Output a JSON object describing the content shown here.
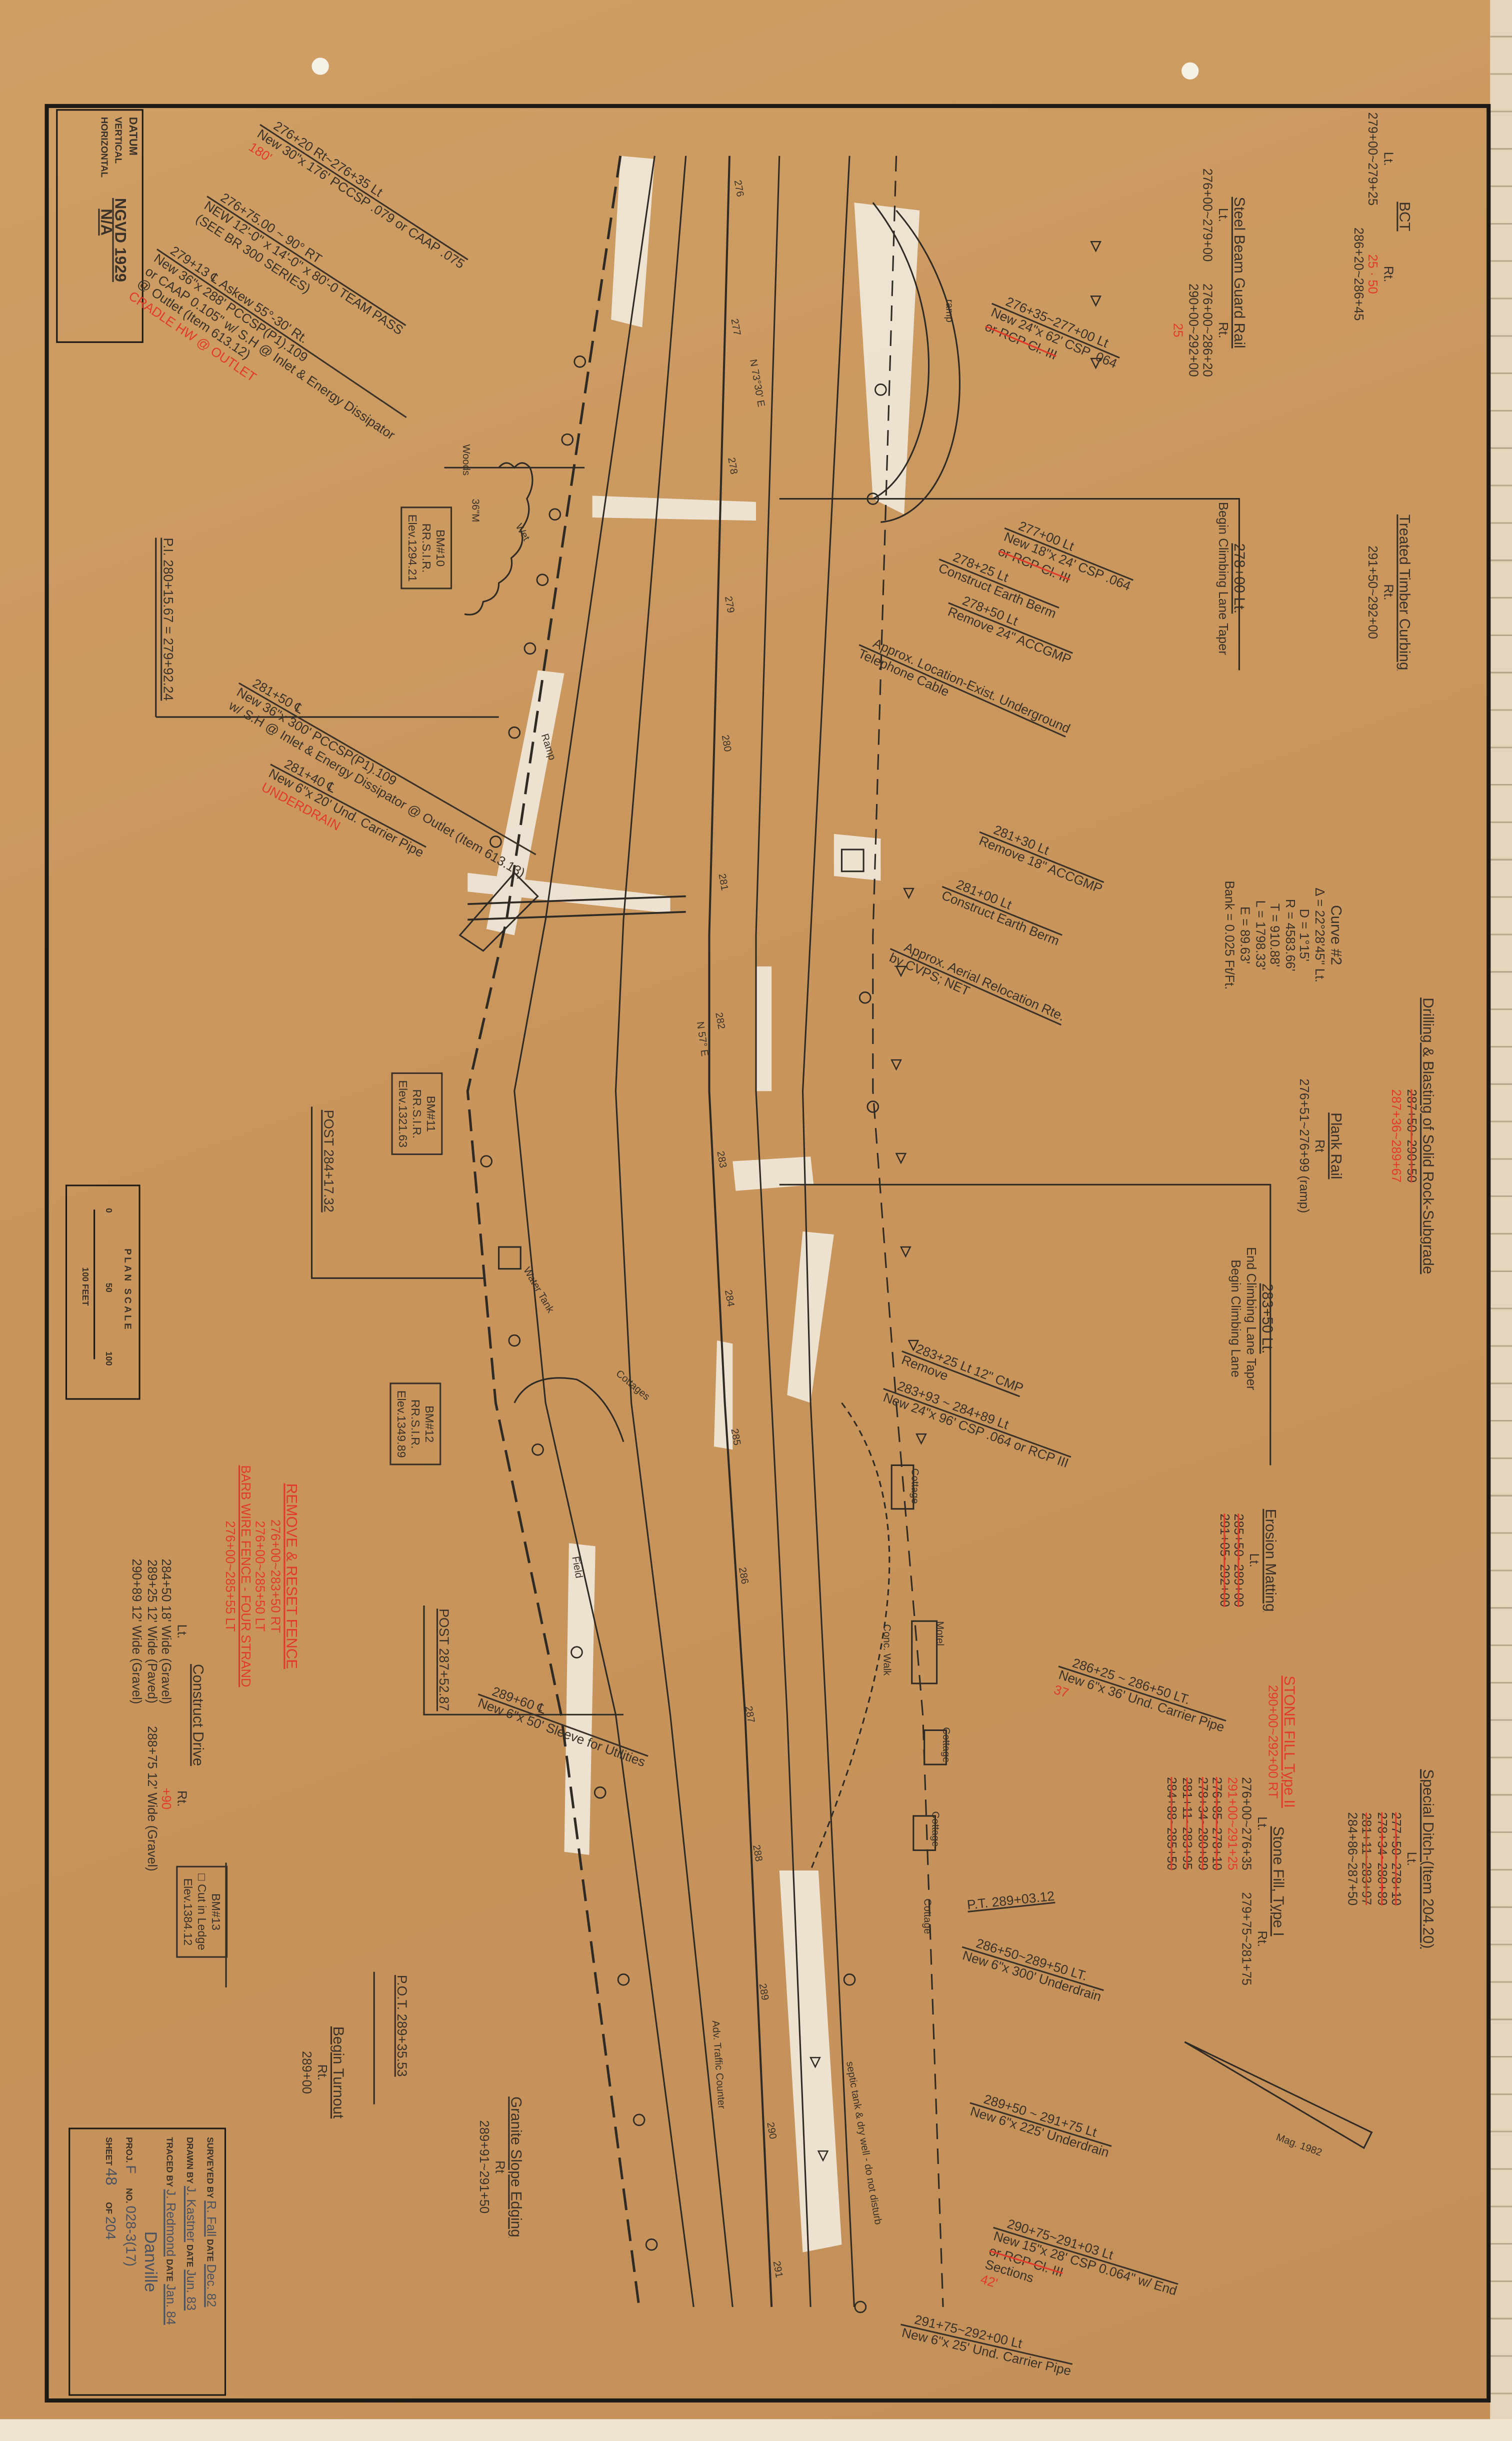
{
  "datum": {
    "title": "DATUM",
    "vertical_label": "VERTICAL",
    "vertical_value": "NGVD 1929",
    "horizontal_label": "HORIZONTAL",
    "horizontal_value": "N/A"
  },
  "scale": {
    "title": "PLAN SCALE",
    "ticks": [
      "0",
      "50",
      "100"
    ],
    "unit_label": "100 FEET"
  },
  "title_block": {
    "surveyed_label": "SURVEYED BY",
    "surveyed_by": "R. Fall",
    "surveyed_date": "Dec. 82",
    "drawn_label": "DRAWN BY",
    "drawn_by": "J. Kastner",
    "drawn_date": "Jun. 83",
    "traced_label": "TRACED BY",
    "traced_by": "J. Redmond",
    "traced_date": "Jan. 84",
    "date_label": "DATE",
    "town": "Danville",
    "proj_label": "PROJ.",
    "proj": "F",
    "no_label": "NO.",
    "no": "028-3(17)",
    "sheet_label": "SHEET",
    "sheet": "48",
    "of_label": "OF",
    "of": "204"
  },
  "notes": [
    {
      "title": "BCT",
      "columns": [
        {
          "label": "Lt.",
          "lines": [
            {
              "text": "279+00~279+25"
            }
          ]
        },
        {
          "label": "Rt.",
          "lines": [
            {
              "text": "25 · 50",
              "style": "red"
            },
            {
              "text": "286+20~286+45"
            }
          ]
        }
      ]
    },
    {
      "title": "Treated Timber Curbing",
      "columns": [
        {
          "label": "Rt.",
          "lines": [
            {
              "text": "291+50~292+00"
            }
          ]
        }
      ]
    },
    {
      "title": "Steel Beam Guard Rail",
      "columns": [
        {
          "label": "Lt.",
          "lines": [
            {
              "text": "276+00~279+00"
            }
          ]
        },
        {
          "label": "Rt.",
          "lines": [
            {
              "text": "276+00~286+20"
            },
            {
              "text": "290+00~292+00"
            },
            {
              "text": "25",
              "style": "red"
            }
          ]
        }
      ]
    },
    {
      "title": "278+00 Lt.",
      "lines": [
        {
          "text": "Begin Climbing Lane Taper"
        }
      ]
    },
    {
      "title": "Curve #2",
      "plain": true,
      "lines": [
        {
          "text": "Δ = 22°28'45\" Lt."
        },
        {
          "text": "D = 1°15'"
        },
        {
          "text": "R = 4583.66'"
        },
        {
          "text": "T = 910.88'"
        },
        {
          "text": "L = 1798.33'"
        },
        {
          "text": "E = 89.63'"
        },
        {
          "text": "Bank = 0.025 Ft/Ft."
        }
      ]
    },
    {
      "title": "Drilling & Blasting of Solid Rock-Subgrade",
      "lines": [
        {
          "text": "287+50~290+50",
          "style": "struck"
        },
        {
          "text": "287+36~289+67",
          "style": "red"
        }
      ]
    },
    {
      "title": "Plank Rail",
      "columns": [
        {
          "label": "Rt",
          "lines": [
            {
              "text": "276+51~276+99 (ramp)"
            }
          ]
        }
      ]
    },
    {
      "title": "283+50 Lt.",
      "lines": [
        {
          "text": "End Climbing Lane Taper"
        },
        {
          "text": "Begin Climbing Lane"
        }
      ]
    },
    {
      "title": "Erosion Matting",
      "columns": [
        {
          "label": "Lt.",
          "lines": [
            {
              "text": "285+50~289+00",
              "style": "struck"
            },
            {
              "text": "291+05~292+00",
              "style": "struck"
            }
          ]
        }
      ]
    },
    {
      "title": "STONE FILL Type II",
      "red": true,
      "lines": [
        {
          "text": "290+00~292+00 RT",
          "style": "red"
        }
      ]
    },
    {
      "title": "Special Ditch-(Item 204.20)",
      "columns": [
        {
          "label": "Lt.",
          "lines": [
            {
              "text": "277+50~278+10",
              "style": "struck"
            },
            {
              "text": "278+34~280+89",
              "style": "struck"
            },
            {
              "text": "281+11~283+97",
              "style": "struck"
            },
            {
              "text": "284+86~287+50"
            }
          ]
        }
      ]
    },
    {
      "title": "Stone Fill, Type I",
      "columns": [
        {
          "label": "Lt.",
          "lines": [
            {
              "text": "276+00~276+35"
            },
            {
              "text": "291+00~291+25",
              "style": "red"
            },
            {
              "text": "276+85~278+10",
              "style": "struck"
            },
            {
              "text": "278+34~280+89",
              "style": "struck"
            },
            {
              "text": "281+11~283+95",
              "style": "struck"
            },
            {
              "text": "284+88~285+50",
              "style": "struck"
            }
          ]
        },
        {
          "label": "Rt.",
          "lines": [
            {
              "text": "279+75~281+75"
            }
          ]
        }
      ]
    },
    {
      "title": "Construct Drive",
      "columns": [
        {
          "label": "Lt.",
          "lines": [
            {
              "text": "284+50 18' Wide (Gravel)"
            },
            {
              "text": "289+25 12' Wide (Paved)"
            },
            {
              "text": "290+89 12' Wide (Gravel)"
            }
          ]
        },
        {
          "label": "Rt.",
          "lines": [
            {
              "text": "+90",
              "style": "red"
            },
            {
              "text": "288+75 12' Wide (Gravel)"
            }
          ]
        }
      ]
    },
    {
      "title": "REMOVE & RESET FENCE",
      "red": true,
      "lines": [
        {
          "text": "276+00~283+50 RT",
          "style": "red"
        },
        {
          "text": "276+00~285+50 LT",
          "style": "red"
        },
        {
          "text": "BARB WIRE FENCE - FOUR STRAND",
          "style": "red-u"
        },
        {
          "text": "276+00~285+55 LT",
          "style": "red"
        }
      ]
    },
    {
      "title": "Begin Turnout",
      "columns": [
        {
          "label": "Rt.",
          "lines": [
            {
              "text": "289+00"
            }
          ]
        }
      ]
    },
    {
      "title": "Granite Slope Edging",
      "columns": [
        {
          "label": "Rt",
          "lines": [
            {
              "text": "289+91~291+50"
            }
          ]
        }
      ]
    }
  ],
  "labels": [
    "P.I. 280+15.67 = 279+92.24",
    "POST 284+17.32",
    "POST 287+52.87",
    "P.O.T. 289+35.53",
    "P.T. 289+03.12"
  ],
  "bench_marks": [
    {
      "id": "BM#10",
      "desc": "RR.S.I.R.",
      "elev": "Elev.1294.21"
    },
    {
      "id": "BM#11",
      "desc": "RR.S.I.R.",
      "elev": "Elev.1321.63"
    },
    {
      "id": "BM#12",
      "desc": "RR.S.I.R.",
      "elev": "Elev.1349.89"
    },
    {
      "id": "BM#13",
      "desc": "□ Cut in Ledge",
      "elev": "Elev.1384.12"
    }
  ],
  "callouts": [
    {
      "above": "276+20 Rt~276+35 Lt",
      "below": [
        {
          "text": "New 30\"x 176' PCCSP .079 or CAAP .075"
        },
        {
          "text": "180'",
          "style": "red"
        }
      ]
    },
    {
      "above": "276+75.00 ~ 90° RT",
      "below": [
        {
          "text": "NEW 12'-0\" x 14'-0\" x 80'-0 TEAM PASS"
        },
        {
          "text": "(SEE BR 300 SERIES)"
        }
      ]
    },
    {
      "above": "279+13 ℄ Askew 55°-30' Rt.",
      "below": [
        {
          "text": "New 36\"x 288' PCCSP(P1).109"
        },
        {
          "text": "or CAAP 0.105\" w/ S.H @ Inlet & Energy Dissipator"
        },
        {
          "text": "@ Outlet (Item 613.12)"
        },
        {
          "text": "CRADLE HW @ OUTLET",
          "style": "red"
        }
      ]
    },
    {
      "above": "281+50 ℄",
      "below": [
        {
          "text": "New 36\"x 300' PCCSP(P1).109"
        },
        {
          "text": "w/ S.H @ Inlet & Energy Dissipator @ Outlet (Item 613.13)"
        }
      ]
    },
    {
      "above": "281+40 ℄",
      "below": [
        {
          "text": "New 6\"x 20' Und. Carrier Pipe"
        },
        {
          "text": "UNDERDRAIN",
          "style": "red"
        }
      ]
    },
    {
      "above": "276+35~277+00 Lt",
      "below": [
        {
          "text": "New 24\"x 62' CSP .064"
        },
        {
          "text": "or RCP Cl. III",
          "style": "struck"
        }
      ]
    },
    {
      "above": "277+00 Lt",
      "below": [
        {
          "text": "New 18\"x 24' CSP .064"
        },
        {
          "text": "or RCP Cl. III",
          "style": "struck"
        }
      ]
    },
    {
      "above": "278+25 Lt",
      "below": [
        {
          "text": "Construct Earth Berm"
        }
      ]
    },
    {
      "above": "278+50 Lt",
      "below": [
        {
          "text": "Remove        24\" ACCGMP"
        }
      ]
    },
    {
      "above": "Approx. Location-Exist. Underground",
      "below": [
        {
          "text": "Telephone Cable"
        }
      ]
    },
    {
      "above": "281+30 Lt",
      "below": [
        {
          "text": "Remove        18\" ACCGMP"
        }
      ]
    },
    {
      "above": "281+00 Lt",
      "below": [
        {
          "text": "Construct Earth Berm"
        }
      ]
    },
    {
      "above": "Approx. Aerial Relocation Rte.",
      "below": [
        {
          "text": "by CVPS; NET"
        }
      ]
    },
    {
      "above": "283+25 Lt   12\" CMP",
      "below": [
        {
          "text": "Remove"
        }
      ]
    },
    {
      "above": "283+93 ~ 284+89 Lt",
      "below": [
        {
          "text": "New 24\"x 96' CSP .064 or RCP III"
        }
      ]
    },
    {
      "above": "286+25 ~ 286+50 LT.",
      "below": [
        {
          "text": "New 6\"x 36' Und. Carrier Pipe"
        },
        {
          "text": "37",
          "style": "red"
        }
      ]
    },
    {
      "above": "286+50~289+50 LT.",
      "below": [
        {
          "text": "New 6\"x 300' Underdrain"
        }
      ]
    },
    {
      "above": "289+50 ~ 291+75 Lt",
      "below": [
        {
          "text": "New 6\"x 225' Underdrain"
        }
      ]
    },
    {
      "above": "290+75~291+03 Lt",
      "below": [
        {
          "text": "New 15\"x 28' CSP 0.064\" w/ End"
        },
        {
          "text": "or RCP Cl. III",
          "style": "struck"
        },
        {
          "text": "Sections"
        },
        {
          "text": "42'",
          "style": "red"
        }
      ]
    },
    {
      "above": "291+75~292+00 Lt",
      "below": [
        {
          "text": "New 6\"x 25' Und. Carrier Pipe"
        }
      ]
    },
    {
      "above": "289+60 ℄",
      "below": [
        {
          "text": "New 6\"x 50' Sleeve for Utilities"
        }
      ]
    }
  ],
  "map_labels": [
    "N 73°30' E",
    "N 57° E",
    "ramp",
    "Ramp",
    "Woods",
    "Wet",
    "Water Tank",
    "Cottages",
    "Cottage",
    "Motel",
    "Cottage",
    "Cottage",
    "Cottage",
    "Field",
    "Adv. Traffic Counter",
    "Mag. 1982",
    "Conc. Walk",
    "36\"M",
    "septic tank & dry well - do not disturb"
  ],
  "stations": [
    "276",
    "277",
    "278",
    "279",
    "280",
    "281",
    "282",
    "283",
    "284",
    "285",
    "286",
    "287",
    "288",
    "289",
    "290",
    "291"
  ],
  "colors": {
    "paper": "#c8955c",
    "ink": "#3a3128",
    "red_pencil": "#e23a2a",
    "tape": "#f3efe4"
  }
}
